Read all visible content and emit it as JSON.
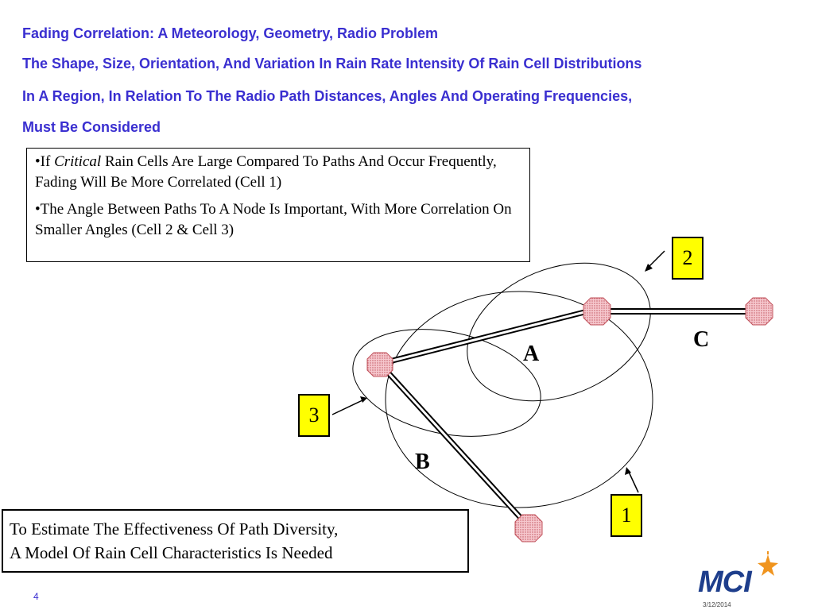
{
  "header": {
    "line1": "Fading Correlation: A Meteorology, Geometry, Radio Problem",
    "line2": "The Shape, Size, Orientation, And Variation In Rain Rate Intensity Of Rain Cell Distributions",
    "line3": "In A Region, In Relation To The Radio Path Distances, Angles And Operating Frequencies,",
    "line4": "Must Be Considered"
  },
  "bullets": {
    "b1_prefix": "•If ",
    "b1_italic": "Critical",
    "b1_rest": " Rain Cells Are Large Compared To Paths And Occur Frequently, Fading Will Be More Correlated  (Cell 1)",
    "b2": "•The Angle Between  Paths To A Node Is Important, With More Correlation On Smaller Angles (Cell 2 & Cell 3)"
  },
  "bottom_box": {
    "line1": "To Estimate The Effectiveness Of Path Diversity,",
    "line2": "A Model Of Rain Cell Characteristics Is Needed"
  },
  "diagram": {
    "cell_labels": {
      "cell1": "1",
      "cell2": "2",
      "cell3": "3"
    },
    "path_labels": {
      "a": "A",
      "b": "B",
      "c": "C"
    },
    "colors": {
      "cell_label_fill": "#ffff00",
      "node_fill": "#f4b8c0",
      "node_stroke": "#c0505a",
      "header_text": "#3a2fd0"
    }
  },
  "footer": {
    "page_number": "4",
    "date": "3/12/2014",
    "logo_text": "MCI",
    "logo_colors": {
      "text": "#1e3e8c",
      "star": "#f0941e"
    }
  }
}
